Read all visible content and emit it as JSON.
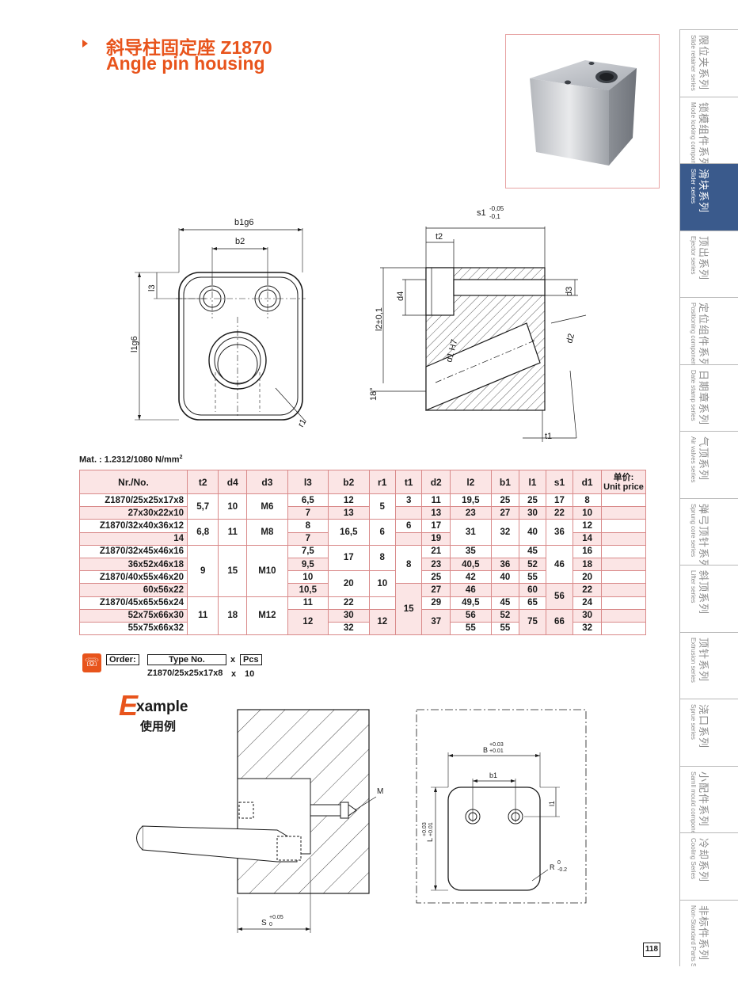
{
  "header": {
    "title_cn": "斜导柱固定座 Z1870",
    "title_en": "Angle pin housing"
  },
  "drawing_labels": {
    "b1g6": "b1g6",
    "b2": "b2",
    "l3": "l3",
    "l1g6": "l1g6",
    "r1": "r1",
    "s1": "s1",
    "s1_tol_upper": "-0,05",
    "s1_tol_lower": "-0,1",
    "t2": "t2",
    "d4": "d4",
    "d3": "d3",
    "l2": "l2±0,1",
    "d2": "d2",
    "d1": "d1 H7",
    "angle": "18°",
    "t1": "t1"
  },
  "material": {
    "label": "Mat. : 1.2312/1080 N/mm",
    "sup": "2"
  },
  "table": {
    "headers": [
      "Nr./No.",
      "t2",
      "d4",
      "d3",
      "l3",
      "b2",
      "r1",
      "t1",
      "d2",
      "l2",
      "b1",
      "l1",
      "s1",
      "d1"
    ],
    "price_cn": "单价:",
    "price_en": "Unit price",
    "rows": [
      {
        "nr": "Z1870/25x25x17x8",
        "l3": "6,5",
        "b2": "12",
        "d2": "11",
        "l2": "19,5",
        "b1": "25",
        "l1": "25",
        "s1": "17",
        "d1": "8"
      },
      {
        "nr": "27x30x22x10",
        "l3": "7",
        "b2": "13",
        "d2": "13",
        "l2": "23",
        "b1": "27",
        "l1": "30",
        "s1": "22",
        "d1": "10"
      },
      {
        "nr": "Z1870/32x40x36x12",
        "l3": "8",
        "d2": "17",
        "d1": "12"
      },
      {
        "nr": "14",
        "l3": "7",
        "d2": "19",
        "d1": "14"
      },
      {
        "nr": "Z1870/32x45x46x16",
        "l3": "7,5",
        "d2": "21",
        "l2": "35",
        "l1": "45",
        "d1": "16"
      },
      {
        "nr": "36x52x46x18",
        "l3": "9,5",
        "d2": "23",
        "l2": "40,5",
        "b1": "36",
        "l1": "52",
        "d1": "18"
      },
      {
        "nr": "Z1870/40x55x46x20",
        "l3": "10",
        "d2": "25",
        "l2": "42",
        "b1": "40",
        "l1": "55",
        "d1": "20"
      },
      {
        "nr": "60x56x22",
        "l3": "10,5",
        "d2": "27",
        "l2": "46",
        "l1": "60",
        "d1": "22"
      },
      {
        "nr": "Z1870/45x65x56x24",
        "l3": "11",
        "b2": "22",
        "d2": "29",
        "l2": "49,5",
        "b1": "45",
        "l1": "65",
        "d1": "24"
      },
      {
        "nr": "52x75x66x30",
        "b2": "30",
        "l2": "56",
        "b1": "52",
        "d1": "30"
      },
      {
        "nr": "55x75x66x32",
        "b2": "32",
        "l2": "55",
        "b1": "55",
        "d1": "32"
      }
    ],
    "merged": {
      "t2_a": "5,7",
      "d4_a": "10",
      "d3_a": "M6",
      "r1_a": "5",
      "t1_a": "3",
      "t2_b": "6,8",
      "d4_b": "11",
      "d3_b": "M8",
      "b2_b": "16,5",
      "r1_b": "6",
      "t1_b": "6",
      "l2_b": "31",
      "b1_b": "32",
      "l1_b": "40",
      "s1_b": "36",
      "b2_c": "17",
      "t1_c": "8",
      "s1_c": "46",
      "t2_c": "9",
      "d4_c": "15",
      "d3_c": "M10",
      "r1_c": "8",
      "b2_d": "20",
      "r1_d": "10",
      "s1_d": "56",
      "t2_d": "11",
      "d4_d": "18",
      "d3_d": "M12",
      "t1_d": "15",
      "l3_e": "12",
      "r1_e": "12",
      "d2_e": "37",
      "l1_e": "75",
      "s1_e": "66"
    }
  },
  "order": {
    "order_label": "Order:",
    "type_label": "Type No.",
    "times": "x",
    "pcs_label": "Pcs",
    "example_no": "Z1870/25x25x17x8",
    "example_times": "x",
    "example_qty": "10"
  },
  "example": {
    "e": "E",
    "word": "xample",
    "cn": "使用例",
    "labels": {
      "M": "M",
      "S": "S",
      "S_tol": "+0.05\n0",
      "B": "B",
      "B_tol_upper": "+0.03",
      "B_tol_lower": "+0.01",
      "b1": "b1",
      "l1": "l1",
      "L": "L",
      "L_tol_upper": "+0.03",
      "L_tol_lower": "+0.01",
      "R": "R",
      "R_tol_upper": "0",
      "R_tol_lower": "-0.2"
    }
  },
  "sidebar": {
    "items": [
      {
        "cn": "限位夹系列",
        "en": "Slide retainer series",
        "active": false
      },
      {
        "cn": "锁模组件系列",
        "en": "Mode locking component series",
        "active": false
      },
      {
        "cn": "滑块系列",
        "en": "Slider series",
        "active": true
      },
      {
        "cn": "顶出系列",
        "en": "Ejector series",
        "active": false
      },
      {
        "cn": "定位组件系列",
        "en": "Positioning components series",
        "active": false
      },
      {
        "cn": "日期章系列",
        "en": "Date stamp series",
        "active": false
      },
      {
        "cn": "气顶系列",
        "en": "Air valves series",
        "active": false
      },
      {
        "cn": "弹弓顶针系列",
        "en": "Sprung core series",
        "active": false
      },
      {
        "cn": "斜顶系列",
        "en": "Lifter series",
        "active": false
      },
      {
        "cn": "顶针系列",
        "en": "Extrusion series",
        "active": false
      },
      {
        "cn": "浇口系列",
        "en": "Sprue series",
        "active": false
      },
      {
        "cn": "小配件系列",
        "en": "Samll mould components series",
        "active": false
      },
      {
        "cn": "冷却系列",
        "en": "Cooling Series",
        "active": false
      },
      {
        "cn": "非标件系列",
        "en": "Non-Standard Parts Series",
        "active": false
      }
    ]
  },
  "page_number": "118",
  "colors": {
    "accent": "#e8541c",
    "table_border": "#d98a8a",
    "sidebar_active": "#3a5a8c"
  }
}
